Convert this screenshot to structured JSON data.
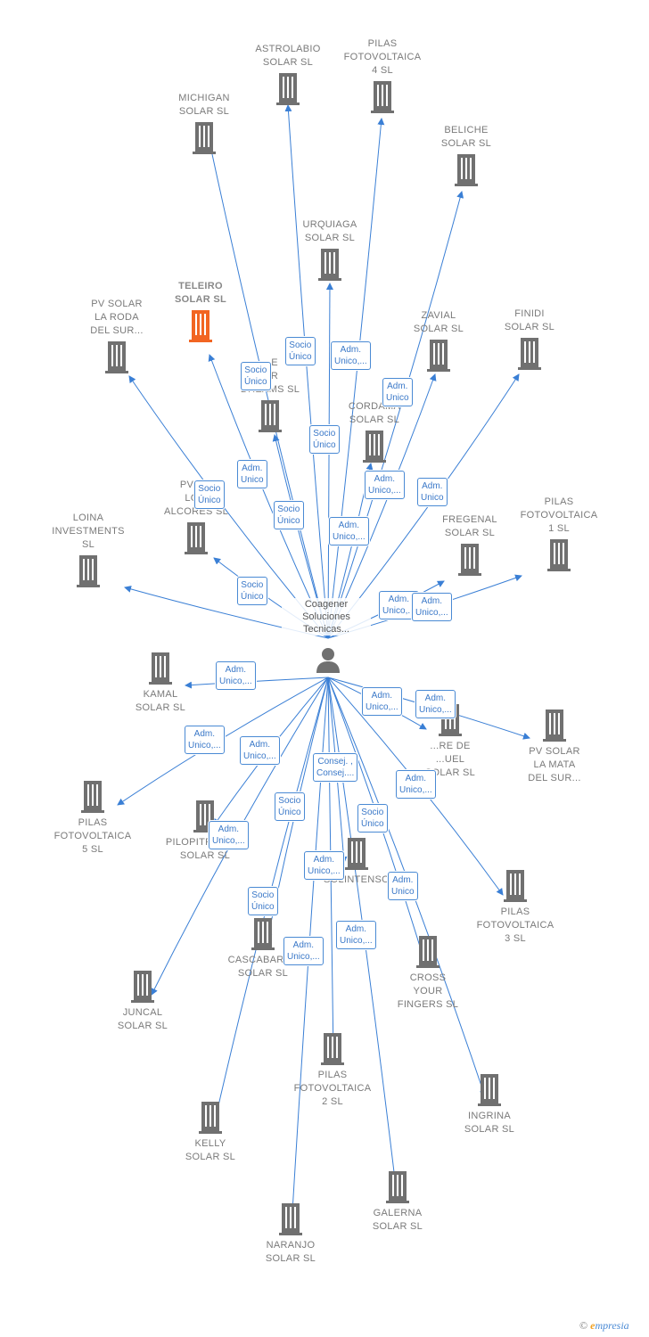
{
  "center": {
    "label": "Coagener\nSoluciones\nTecnicas..."
  },
  "colors": {
    "edge": "#3a7fd5",
    "node": "#707070",
    "highlight": "#f26522",
    "badge_text": "#3a78c8"
  },
  "icons": {
    "company": "building-icon",
    "person": "person-icon"
  },
  "companies": [
    {
      "id": "astrolabio",
      "label": "ASTROLABIO\nSOLAR  SL"
    },
    {
      "id": "pilas4",
      "label": "PILAS\nFOTOVOLTAICA\n4  SL"
    },
    {
      "id": "michigan",
      "label": "MICHIGAN\nSOLAR  SL"
    },
    {
      "id": "beliche",
      "label": "BELICHE\nSOLAR  SL"
    },
    {
      "id": "urquiaga",
      "label": "URQUIAGA\nSOLAR  SL"
    },
    {
      "id": "teleiro",
      "label": "TELEIRO\nSOLAR  SL",
      "highlight": true
    },
    {
      "id": "pvroda",
      "label": "PV SOLAR\nLA RODA\nDEL SUR..."
    },
    {
      "id": "zavial",
      "label": "ZAVIAL\nSOLAR  SL"
    },
    {
      "id": "finidi",
      "label": "FINIDI\nSOLAR  SL"
    },
    {
      "id": "dreams",
      "label": "...E\n...R\nDREAMS  SL"
    },
    {
      "id": "cordama",
      "label": "CORDAMA\nSOLAR  SL"
    },
    {
      "id": "alcores",
      "label": "PV S...\nLO...\nALCORES  SL"
    },
    {
      "id": "loina",
      "label": "LOINA\nINVESTMENTS\nSL"
    },
    {
      "id": "fregenal",
      "label": "FREGENAL\nSOLAR  SL"
    },
    {
      "id": "pilas1",
      "label": "PILAS\nFOTOVOLTAICA\n1  SL"
    },
    {
      "id": "kamal",
      "label": "KAMAL\nSOLAR  SL"
    },
    {
      "id": "torre",
      "label": "...RE DE\n...UEL\nSOLAR  SL"
    },
    {
      "id": "pvmata",
      "label": "PV SOLAR\nLA MATA\nDEL SUR..."
    },
    {
      "id": "pilas5",
      "label": "PILAS\nFOTOVOLTAICA\n5  SL"
    },
    {
      "id": "pilopitropica",
      "label": "PILOPITROPICA\nSOLAR  SL"
    },
    {
      "id": "solintenso",
      "label": "SOLINTENSO"
    },
    {
      "id": "pilas3",
      "label": "PILAS\nFOTOVOLTAICA\n3  SL"
    },
    {
      "id": "cascabarra",
      "label": "CASCABARRA\nSOLAR  SL"
    },
    {
      "id": "cross",
      "label": "CROSS\nYOUR\nFINGERS  SL"
    },
    {
      "id": "juncal",
      "label": "JUNCAL\nSOLAR  SL"
    },
    {
      "id": "pilas2",
      "label": "PILAS\nFOTOVOLTAICA\n2  SL"
    },
    {
      "id": "ingrina",
      "label": "INGRINA\nSOLAR  SL"
    },
    {
      "id": "kelly",
      "label": "KELLY\nSOLAR  SL"
    },
    {
      "id": "galerna",
      "label": "GALERNA\nSOLAR  SL"
    },
    {
      "id": "naranjo",
      "label": "NARANJO\nSOLAR  SL"
    }
  ],
  "roles": [
    "Socio\nÚnico",
    "Adm.\nUnico,...",
    "Adm.\nUnico",
    "Socio\nÚnico",
    "Socio\nÚnico",
    "Adm.\nUnico",
    "Adm.\nUnico,...",
    "Socio\nÚnico",
    "Socio\nÚnico",
    "Adm.\nUnico,...",
    "Socio\nÚnico",
    "Socio\nÚnico",
    "Adm.\nUnico",
    "Adm.\nUnico,...",
    "Adm.\nUnico,...",
    "Adm.\nUnico,...",
    "Adm.\nUnico,...",
    "Adm.\nUnico,...",
    "Adm.\nUnico,...",
    "Adm.\nUnico,...",
    "Consej. ,\nConsej....",
    "Adm.\nUnico,...",
    "Socio\nÚnico",
    "Adm.\nUnico,...",
    "Socio\nÚnico",
    "Adm.\nUnico,...",
    "Adm.\nUnico",
    "Socio\nÚnico",
    "Adm.\nUnico,...",
    "Adm.\nUnico,..."
  ],
  "brand": {
    "symbol": "©",
    "e": "e",
    "rest": "mpresia"
  }
}
